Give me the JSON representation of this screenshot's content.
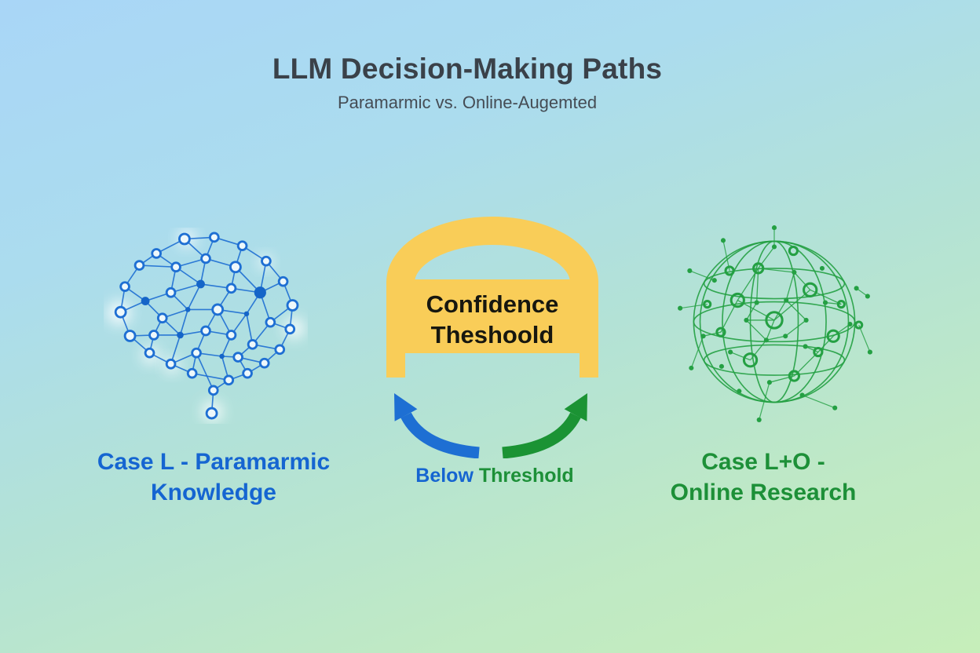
{
  "title": "LLM Decision-Making Paths",
  "subtitle": "Paramarmic vs. Online-Augemted",
  "gate": {
    "line1": "Confidence",
    "line2": "Theshoold"
  },
  "below_threshold": {
    "word1": "Below",
    "word2": "Threshold"
  },
  "cases": {
    "left": {
      "line1": "Case L - Paramarmic",
      "line2": "Knowledge"
    },
    "right": {
      "line1": "Case L+O -",
      "line2": "Online Research"
    }
  },
  "icons": {
    "brain": "brain-network-icon",
    "globe": "network-globe-icon",
    "left_arrow": "curved-arrow-up-left-icon",
    "right_arrow": "curved-arrow-up-right-icon"
  },
  "colors": {
    "background_top": "#a9d6f7",
    "background_bottom": "#c6eeba",
    "title_text": "#3a4149",
    "accent_blue": "#1565d1",
    "accent_green": "#1d9038",
    "brain_blue": "#1e6fd3",
    "globe_green": "#24a043",
    "gate_yellow": "#f9cd58",
    "gate_text": "#17170f"
  }
}
